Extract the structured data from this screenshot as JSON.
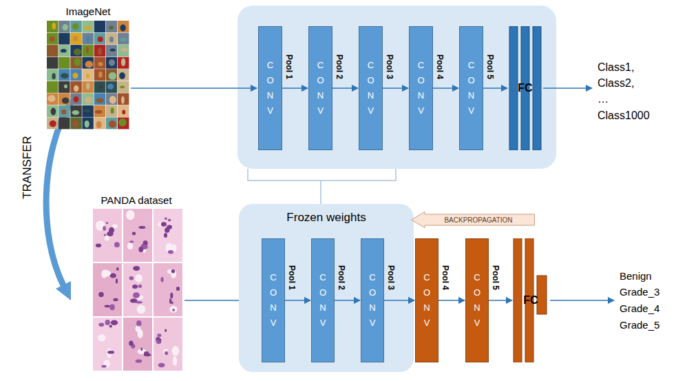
{
  "diagram": {
    "nodes": [
      {
        "text": [
          "CONV"
        ]
      },
      {
        "text": [
          "CONV"
        ]
      },
      {
        "text": [
          "CONV"
        ]
      },
      {
        "text": [
          "CONV"
        ]
      },
      {
        "text": [
          "CONV"
        ]
      },
      {
        "text": [
          "FC"
        ]
      },
      {
        "text": [
          "Frozen weights"
        ]
      },
      {
        "text": [
          "CONV"
        ],
        "in": 6
      },
      {
        "text": [
          "CONV"
        ],
        "in": 6
      },
      {
        "text": [
          "CONV"
        ],
        "in": 6
      },
      {
        "text": [
          "BACKPROPAGATION"
        ]
      },
      {
        "text": [
          "CONV"
        ]
      },
      {
        "text": [
          "CONV"
        ]
      },
      {
        "text": [
          "FC"
        ]
      }
    ],
    "edges": [
      {
        "from": 0,
        "to": 1,
        "arrow": "to"
      },
      {
        "from": 1,
        "to": 2,
        "arrow": "to"
      },
      {
        "from": 2,
        "to": 3,
        "arrow": "to"
      },
      {
        "from": 3,
        "to": 4,
        "arrow": "to"
      },
      {
        "from": 4,
        "to": 5,
        "arrow": "to"
      },
      {
        "from": 7,
        "to": 8,
        "arrow": "to"
      },
      {
        "from": 8,
        "to": 9,
        "arrow": "to"
      },
      {
        "from": 9,
        "to": 11,
        "arrow": "to"
      },
      {
        "from": 11,
        "to": 12,
        "arrow": "to"
      },
      {
        "from": 12,
        "to": 13,
        "arrow": "to"
      }
    ],
    "labels": [
      "ImageNet",
      "Pool 1",
      "Pool 2",
      "Pool 3",
      "Pool 4",
      "Pool 5",
      "Class1,",
      "Class2,",
      "…",
      "Class1000",
      "TRANSFER",
      "PANDA dataset",
      "Pool 1",
      "Pool 2",
      "Pool 3",
      "Pool 4",
      "Pool 5",
      "Benign",
      "Grade_3",
      "Grade_4",
      "Grade_5"
    ]
  }
}
